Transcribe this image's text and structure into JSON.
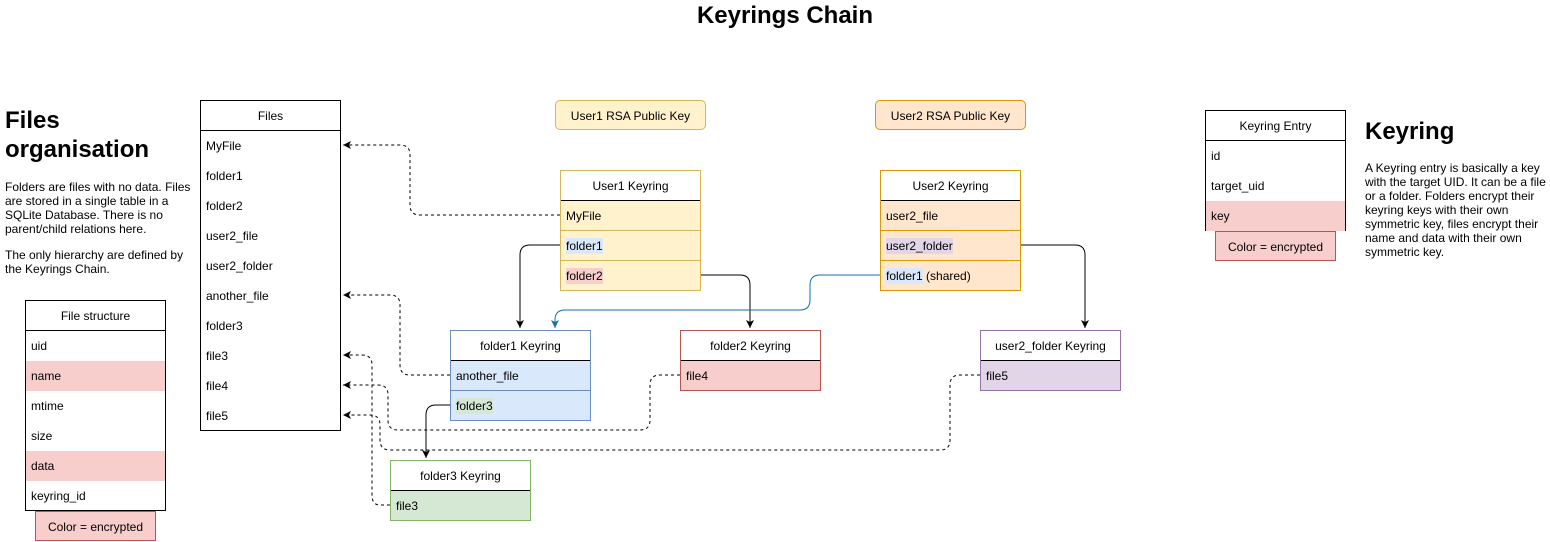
{
  "title": "Keyrings Chain",
  "files_org": {
    "heading": "Files organisation",
    "para1": "Folders are files with no data. Files are stored in a single table in a SQLite Database. There is no parent/child relations here.",
    "para2": "The only hierarchy are defined by the Keyrings Chain."
  },
  "keyring_info": {
    "heading": "Keyring",
    "para": "A Keyring entry is basically a key with the target UID. It can be a file or a folder. Folders encrypt their keyring keys with their own symmetric key, files encrypt their name and data with their own symmetric key."
  },
  "files_table": {
    "header": "Files",
    "rows": [
      "MyFile",
      "folder1",
      "folder2",
      "user2_file",
      "user2_folder",
      "another_file",
      "folder3",
      "file3",
      "file4",
      "file5"
    ]
  },
  "file_structure": {
    "header": "File structure",
    "rows": [
      {
        "label": "uid",
        "encrypted": false
      },
      {
        "label": "name",
        "encrypted": true
      },
      {
        "label": "mtime",
        "encrypted": false
      },
      {
        "label": "size",
        "encrypted": false
      },
      {
        "label": "data",
        "encrypted": true
      },
      {
        "label": "keyring_id",
        "encrypted": false
      }
    ],
    "legend": "Color = encrypted"
  },
  "keyring_entry": {
    "header": "Keyring Entry",
    "rows": [
      {
        "label": "id",
        "encrypted": false
      },
      {
        "label": "target_uid",
        "encrypted": false
      },
      {
        "label": "key",
        "encrypted": true
      }
    ],
    "legend": "Color = encrypted"
  },
  "user1_key": "User1 RSA Public Key",
  "user2_key": "User2 RSA Public Key",
  "user1_keyring": {
    "header": "User1 Keyring",
    "rows": [
      "MyFile",
      "folder1",
      "folder2"
    ]
  },
  "user2_keyring": {
    "header": "User2 Keyring",
    "rows": [
      "user2_file",
      "user2_folder",
      "folder1"
    ],
    "shared_suffix": " (shared)"
  },
  "folder1_keyring": {
    "header": "folder1 Keyring",
    "rows": [
      "another_file",
      "folder3"
    ]
  },
  "folder2_keyring": {
    "header": "folder2 Keyring",
    "rows": [
      "file4"
    ]
  },
  "user2_folder_keyring": {
    "header": "user2_folder Keyring",
    "rows": [
      "file5"
    ]
  },
  "folder3_keyring": {
    "header": "folder3 Keyring",
    "rows": [
      "file3"
    ]
  },
  "colors": {
    "yellow_fill": "#fff2cc",
    "yellow_stroke": "#d6b656",
    "orange_fill": "#ffe6cc",
    "orange_stroke": "#d79b00",
    "blue_fill": "#dae8fc",
    "blue_stroke": "#6c8ebf",
    "red_fill": "#f8cecc",
    "red_stroke": "#b85450",
    "purple_fill": "#e1d5e7",
    "purple_stroke": "#9673a6",
    "green_fill": "#d5e8d4",
    "green_stroke": "#82b366",
    "shared_link": "#10739e"
  }
}
